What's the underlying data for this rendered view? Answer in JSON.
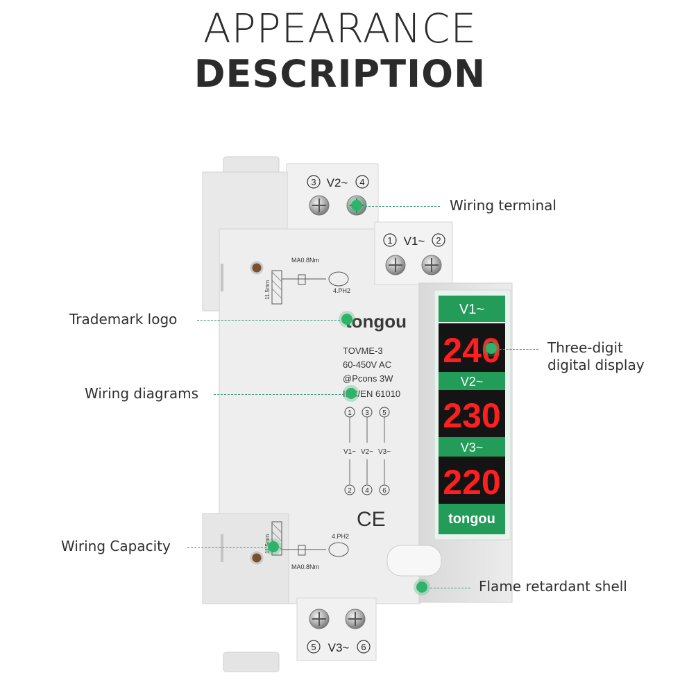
{
  "heading": {
    "line1": "APPEARANCE",
    "line2": "DESCRIPTION"
  },
  "callouts": {
    "wiring_terminal": "Wiring terminal",
    "trademark_logo": "Trademark logo",
    "display_line1": "Three-digit",
    "display_line2": "digital display",
    "wiring_diagrams": "Wiring diagrams",
    "wiring_capacity": "Wiring Capacity",
    "flame_shell": "Flame retardant shell"
  },
  "device": {
    "brand": "tongou",
    "model": "TOVME-3",
    "range": "60-450V AC",
    "power": "@Pcons 3W",
    "standard": "IEC/EN  61010",
    "ce_mark": "CE",
    "torque": "MA0.8Nm",
    "strip_length": "11.5mm",
    "screwdriver": "4.PH2",
    "terminal_top_back": {
      "label": "V2~",
      "left": "3",
      "right": "4"
    },
    "terminal_top_front": {
      "label": "V1~",
      "left": "1",
      "right": "2"
    },
    "terminal_bottom": {
      "label": "V3~",
      "left": "5",
      "right": "6"
    },
    "diagram": {
      "top_numbers": [
        "1",
        "3",
        "5"
      ],
      "labels": [
        "V1~",
        "V2~",
        "V3~"
      ],
      "bottom_numbers": [
        "2",
        "4",
        "6"
      ]
    },
    "channels": [
      {
        "label": "V1~",
        "value": "240"
      },
      {
        "label": "V2~",
        "value": "230"
      },
      {
        "label": "V3~",
        "value": "220"
      }
    ],
    "display_brand": "tongou"
  },
  "colors": {
    "accent_green": "#2fb36b",
    "display_green": "#239c59",
    "led_red": "#ff1f1f",
    "housing": "#ebebeb"
  }
}
